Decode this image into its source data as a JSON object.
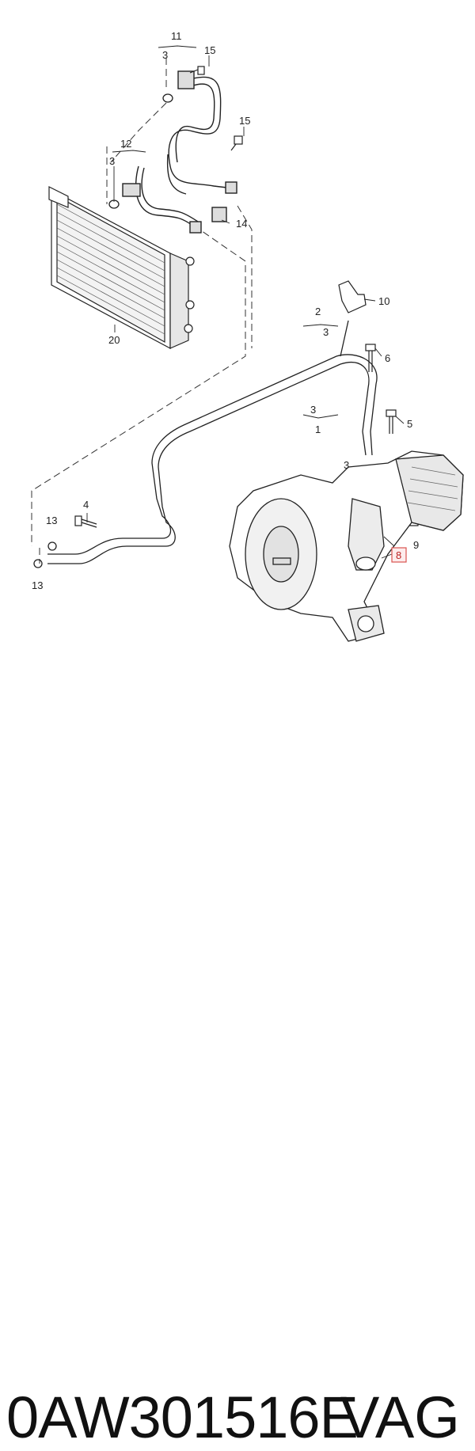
{
  "diagram": {
    "callouts": {
      "c1": "1",
      "c2": "2",
      "c3a": "3",
      "c3b": "3",
      "c3c": "3",
      "c3d": "3",
      "c3e": "3",
      "c4": "4",
      "c5": "5",
      "c6": "6",
      "c8": "8",
      "c9": "9",
      "c10": "10",
      "c11": "11",
      "c12": "12",
      "c13a": "13",
      "c13b": "13",
      "c14": "14",
      "c15a": "15",
      "c15b": "15",
      "c20": "20"
    },
    "highlight_color": "#d9534f"
  },
  "caption": {
    "part_number": "0AW301516E",
    "brand": "VAG"
  }
}
